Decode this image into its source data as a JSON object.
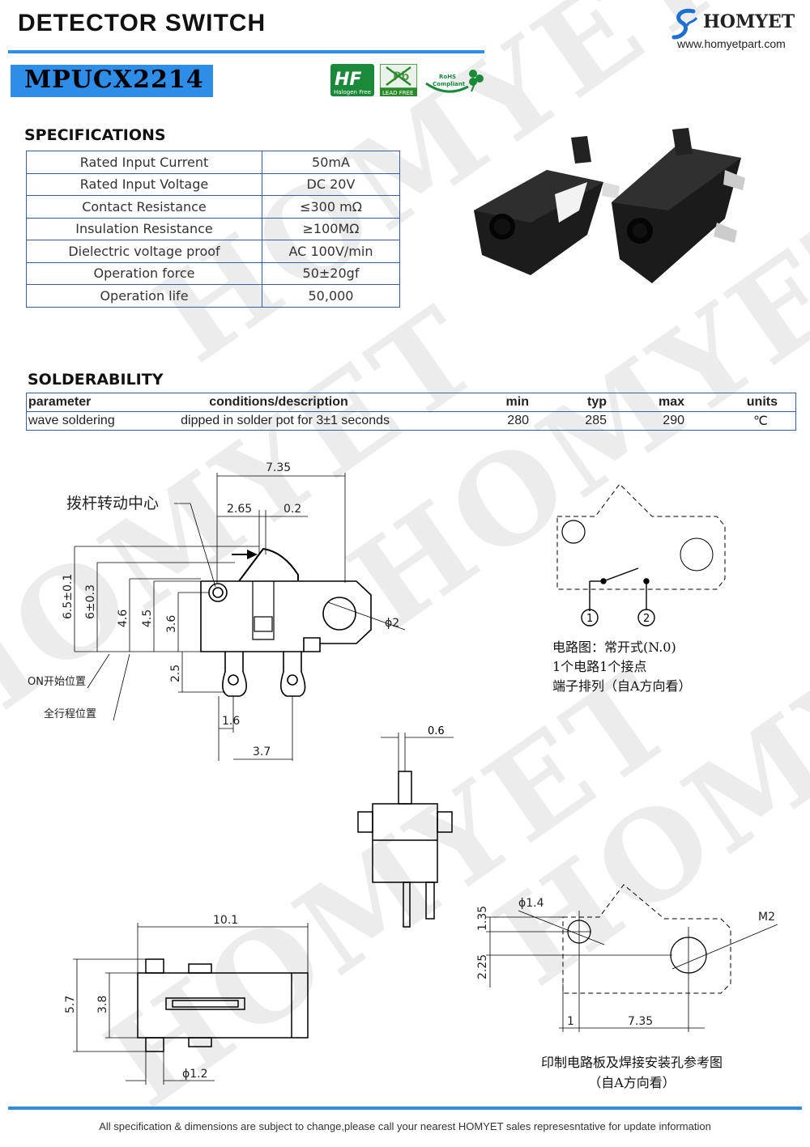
{
  "header": {
    "title": "DETECTOR SWITCH",
    "brand": "HOMYET",
    "website": "www.homyetpart.com",
    "model": "MPUCX2214"
  },
  "badges": {
    "hf_letters": "HF",
    "halogen": "Halogen Free",
    "leadfree": "LEAD FREE",
    "pb": "Pb",
    "rohs_top": "RoHS",
    "rohs_bottom": "Compliant"
  },
  "watermark": "HOMYET",
  "specifications": {
    "heading": "SPECIFICATIONS",
    "rows": [
      {
        "param": "Rated Input Current",
        "value": "50mA"
      },
      {
        "param": "Rated Input Voltage",
        "value": "DC  20V"
      },
      {
        "param": "Contact Resistance",
        "value": "≤300 mΩ"
      },
      {
        "param": "Insulation Resistance",
        "value": "≥100MΩ"
      },
      {
        "param": "Dielectric voltage proof",
        "value": "AC 100V/min"
      },
      {
        "param": "Operation force",
        "value": "50±20gf"
      },
      {
        "param": "Operation life",
        "value": "50,000"
      }
    ]
  },
  "solderability": {
    "heading": "SOLDERABILITY",
    "headers": {
      "parameter": "parameter",
      "conditions": "conditions/description",
      "min": "min",
      "typ": "typ",
      "max": "max",
      "units": "units"
    },
    "row": {
      "parameter": "wave soldering",
      "conditions": "dipped in solder pot for 3±1 seconds",
      "min": "280",
      "typ": "285",
      "max": "290",
      "units": "℃"
    }
  },
  "drawing1": {
    "dim_total": "7.35",
    "dim_a": "2.65",
    "dim_b": "0.2",
    "pivot_label": "拨杆转动中心",
    "h1": "6.5±0.1",
    "h2": "6±0.3",
    "h3": "4.6",
    "h4": "4.5",
    "h5": "3.6",
    "h6": "2.5",
    "hole": "ϕ2",
    "on_pos": "ON开始位置",
    "full_travel": "全行程位置",
    "pitch1": "1.6",
    "pitch2": "3.7"
  },
  "circuit": {
    "pin1": "1",
    "pin2": "2",
    "line1": "电路图：常开式(N.0)",
    "line2": "1个电路1个接点",
    "line3": "端子排列（自A方向看）"
  },
  "side_view": {
    "thickness": "0.6"
  },
  "bottom_view": {
    "length": "10.1",
    "width": "5.7",
    "inner": "3.8",
    "pin": "ϕ1.2"
  },
  "pcb": {
    "hole_small": "ϕ1.4",
    "hole_big": "M2",
    "v1": "1.35",
    "v2": "2.25",
    "h1": "1",
    "h2": "7.35",
    "caption1": "印制电路板及焊接安装孔参考图",
    "caption2": "（自A方向看）"
  },
  "footer": "All specification & dimensions are subject to change,please call your nearest HOMYET sales represesntative for update information"
}
